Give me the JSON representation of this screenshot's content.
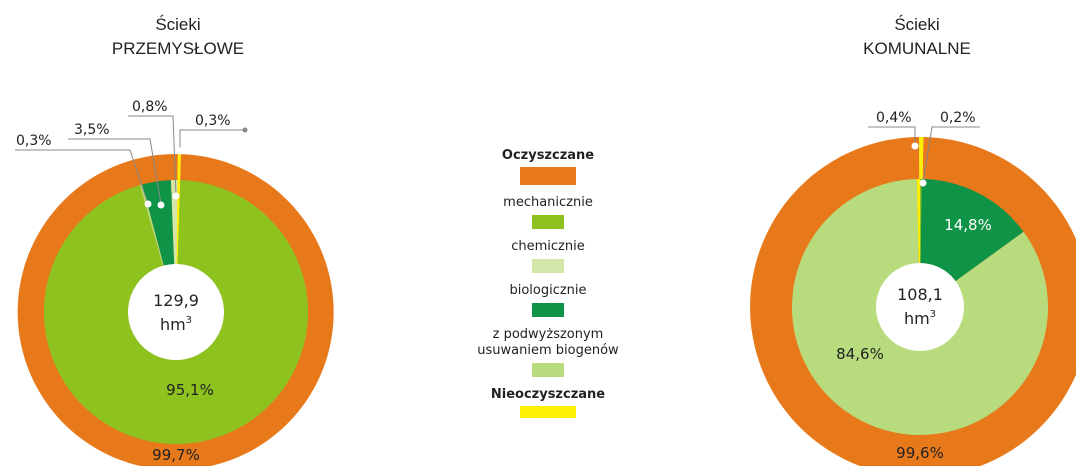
{
  "colors": {
    "oczyszczane": "#E8791A",
    "mechanicznie": "#8DC21F",
    "chemicznie": "#D4E6AA",
    "biologicznie": "#0E9347",
    "biogeny": "#B7DB7D",
    "nieoczyszczane": "#FFEF00"
  },
  "legend": {
    "oczyszczane": "Oczyszczane",
    "mechanicznie": "mechanicznie",
    "chemicznie": "chemicznie",
    "biologicznie": "biologicznie",
    "biogeny_line1": "z podwyższonym",
    "biogeny_line2": "usuwaniem biogenów",
    "nieoczyszczane": "Nieoczyszczane"
  },
  "chart_data": [
    {
      "type": "pie",
      "title_line1": "Ścieki",
      "title_line2": "PRZEMYSŁOWE",
      "center_value": "129,9",
      "center_unit": "hm",
      "center_unit_sup": "3",
      "outer": [
        {
          "label": "Oczyszczane",
          "value": 99.7,
          "text": "99,7%"
        },
        {
          "label": "Nieoczyszczane",
          "value": 0.3,
          "text": "0,3%"
        }
      ],
      "inner": [
        {
          "label": "mechanicznie",
          "value": 95.1,
          "text": "95,1%"
        },
        {
          "label": "z podwyższonym usuwaniem biogenów",
          "value": 0.3,
          "text": "0,3%"
        },
        {
          "label": "biologicznie",
          "value": 3.5,
          "text": "3,5%"
        },
        {
          "label": "chemicznie",
          "value": 0.8,
          "text": "0,8%"
        },
        {
          "label": "Nieoczyszczane",
          "value": 0.3,
          "text": "0,3%"
        }
      ]
    },
    {
      "type": "pie",
      "title_line1": "Ścieki",
      "title_line2": "KOMUNALNE",
      "center_value": "108,1",
      "center_unit": "hm",
      "center_unit_sup": "3",
      "outer": [
        {
          "label": "Oczyszczane",
          "value": 99.6,
          "text": "99,6%"
        },
        {
          "label": "Nieoczyszczane",
          "value": 0.4,
          "text": "0,4%"
        }
      ],
      "inner": [
        {
          "label": "mechanicznie",
          "value": 0.2,
          "text": "0,2%"
        },
        {
          "label": "biologicznie",
          "value": 14.8,
          "text": "14,8%"
        },
        {
          "label": "z podwyższonym usuwaniem biogenów",
          "value": 84.6,
          "text": "84,6%"
        },
        {
          "label": "Nieoczyszczane",
          "value": 0.4,
          "text": "0,4%"
        }
      ]
    }
  ]
}
